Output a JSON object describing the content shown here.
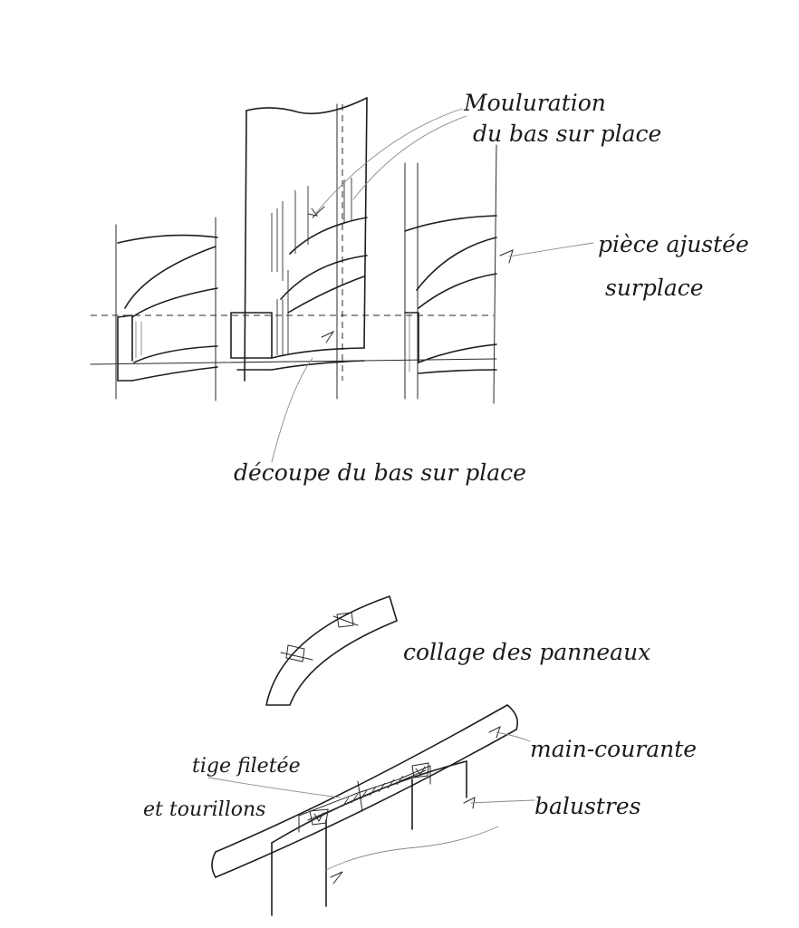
{
  "labels": {
    "moulure_line1": "Mouluration",
    "moulure_line2": "du bas sur place",
    "piece_line1": "pièce ajustée",
    "piece_line2": "surplace",
    "decoupe": "découpe du bas sur place",
    "collage": "collage des panneaux",
    "main_courante": "main-courante",
    "tige_line1": "tige filetée",
    "tige_line2": "et tourillons",
    "balustres": "balustres"
  }
}
